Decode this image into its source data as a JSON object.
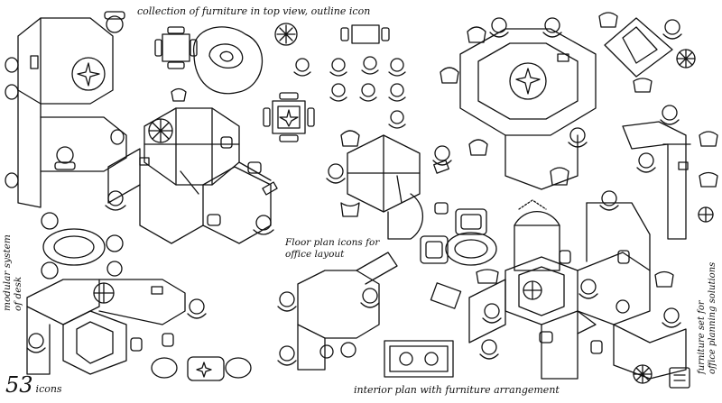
{
  "captions": {
    "top_title": "collection of furniture in top view, outline icon",
    "floor_plan": [
      "Floor plan icons for",
      "office layout"
    ],
    "interior": "interior plan with furniture arrangement",
    "modular": [
      "modular system",
      "of desk"
    ],
    "furniture_set": [
      "furniture set for",
      "office planning solutions"
    ]
  },
  "icon_count": {
    "number": "53",
    "label": "icons"
  },
  "colors": {
    "line": "#111111",
    "background": "#ffffff"
  }
}
